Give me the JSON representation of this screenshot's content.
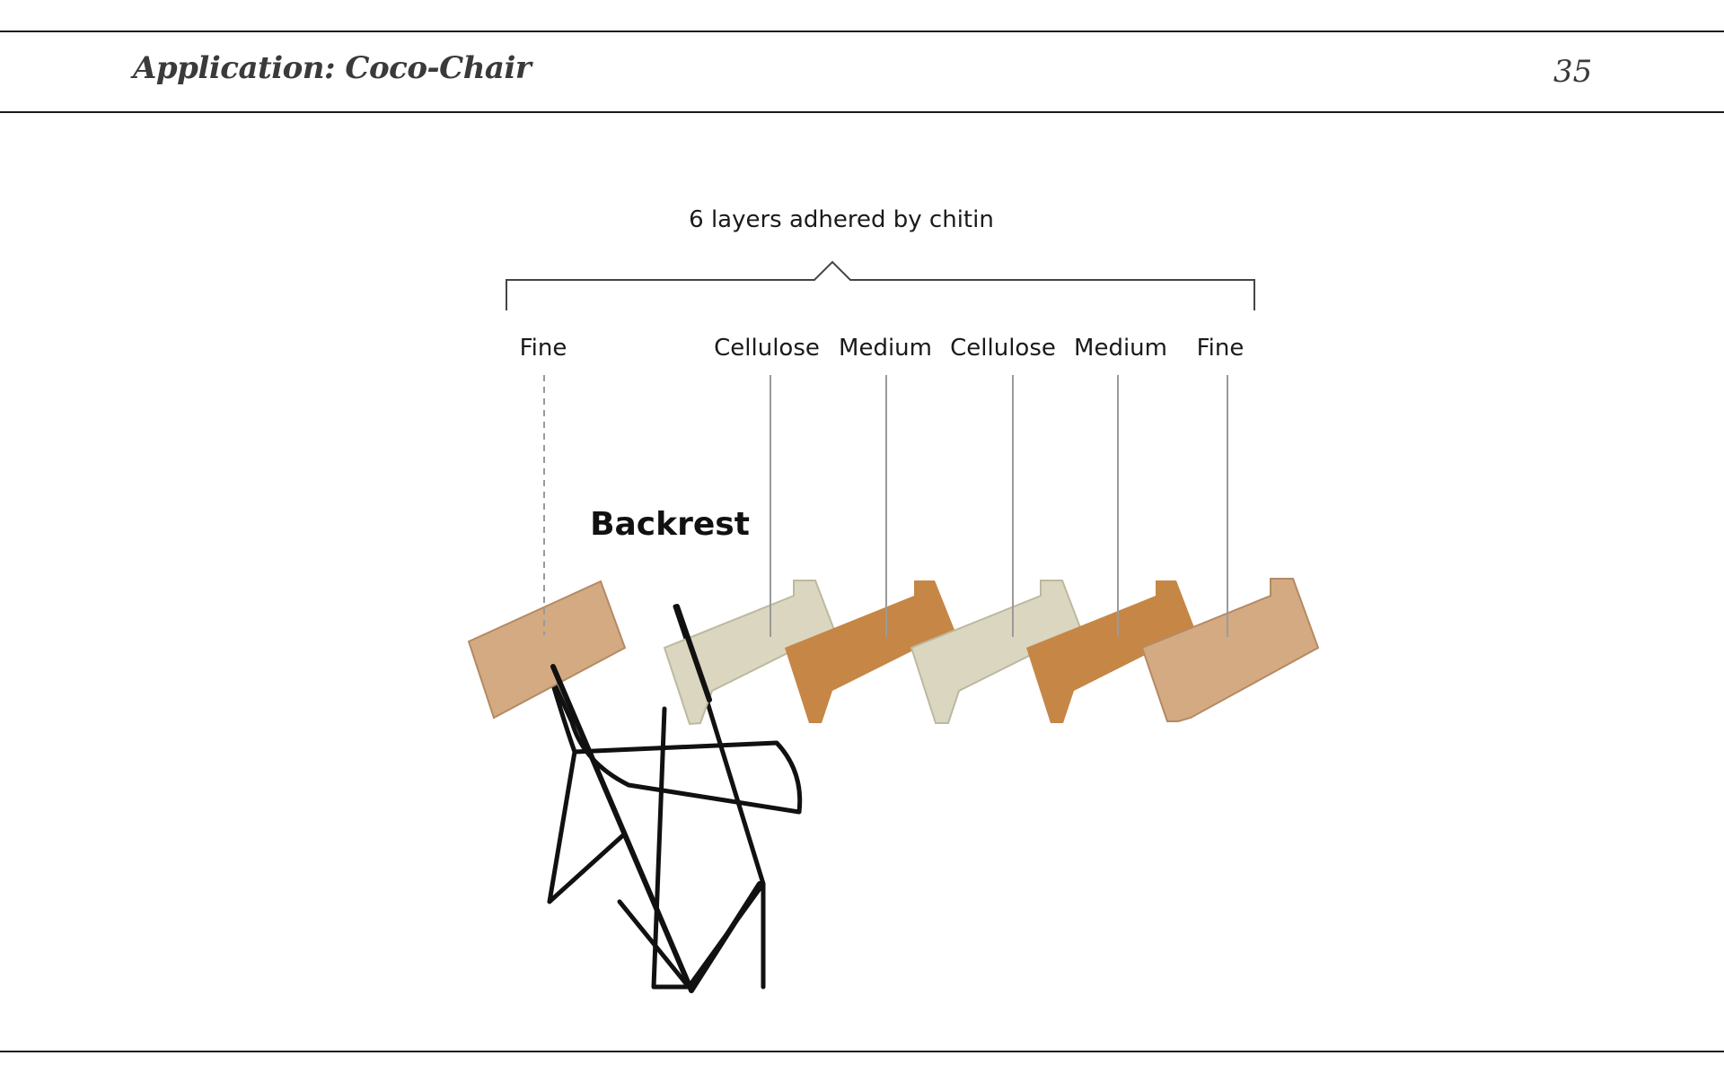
{
  "page": {
    "title": "Application: Coco-Chair",
    "number": "35"
  },
  "diagram": {
    "caption": "6 layers adhered by chitin",
    "part_label": "Backrest",
    "layers": [
      {
        "label": "Fine",
        "color": "#d4aa82"
      },
      {
        "label": "Cellulose",
        "color": "#dad6c0"
      },
      {
        "label": "Medium",
        "color": "#c68646"
      },
      {
        "label": "Cellulose",
        "color": "#dad6c0"
      },
      {
        "label": "Medium",
        "color": "#c68646"
      },
      {
        "label": "Fine",
        "color": "#d4aa82"
      }
    ],
    "colors": {
      "fine": "#d4aa82",
      "cellulose": "#dad6c0",
      "medium": "#c68646",
      "frame": "#111111",
      "leader": "#9a9a9a",
      "bracket": "#444444"
    }
  }
}
